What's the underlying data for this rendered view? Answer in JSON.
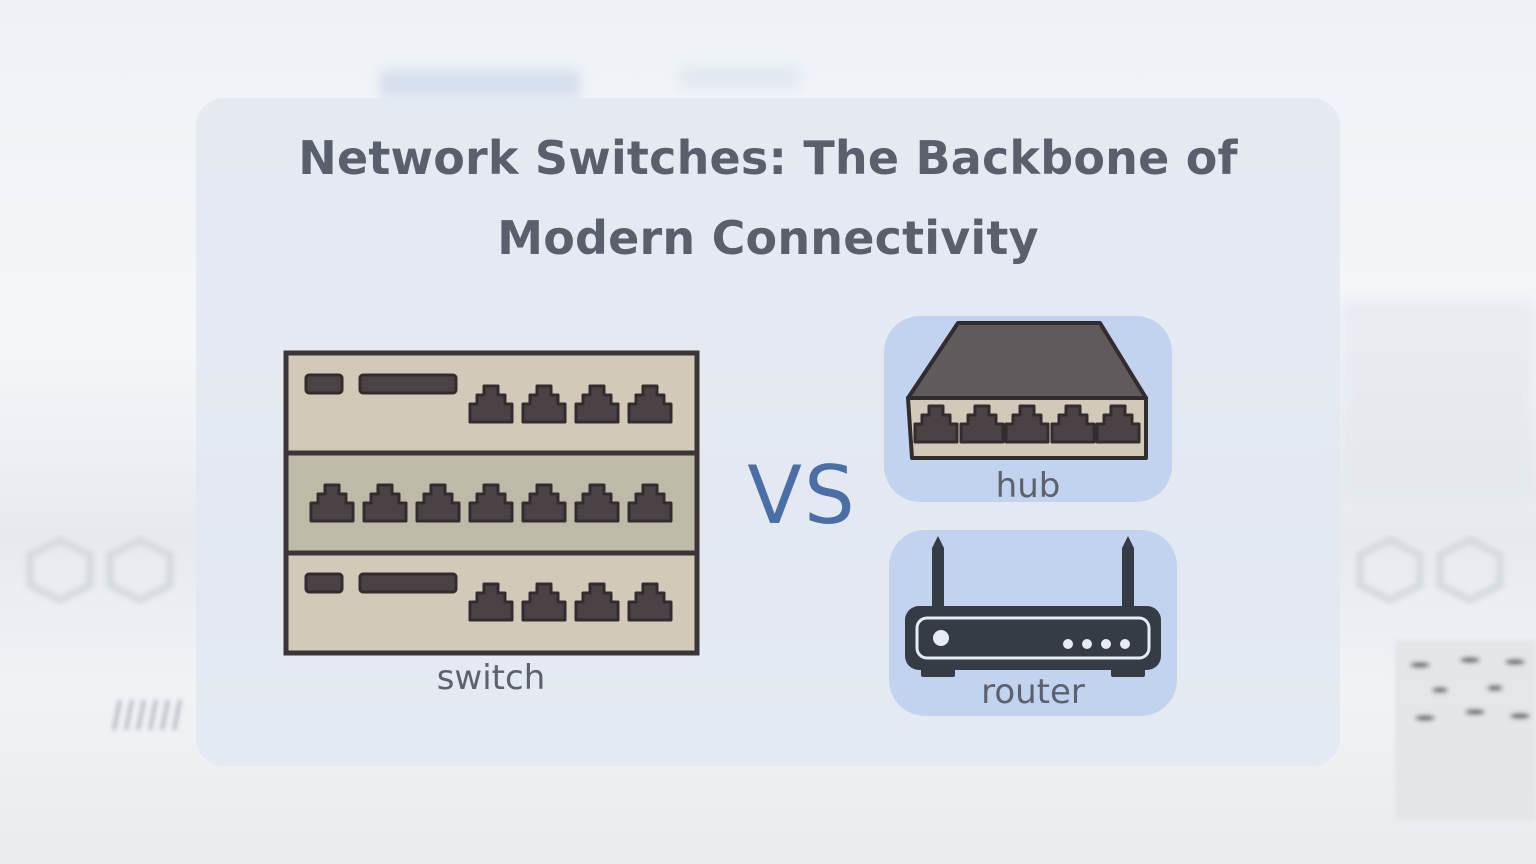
{
  "title": {
    "line1": "Network Switches: The Backbone of",
    "line2": "Modern Connectivity"
  },
  "comparison": {
    "vs_text": "VS",
    "switch_label": "switch",
    "hub_label": "hub",
    "router_label": "router"
  },
  "icons": {
    "switch": "network-switch-icon",
    "hub": "network-hub-icon",
    "router": "wifi-router-icon"
  },
  "colors": {
    "title": "#5a5f6c",
    "vs": "#4a6fa6",
    "panel": "#c1d3ee",
    "device_outline": "#3a3537",
    "switch_body": "#d3c9b8",
    "switch_middle": "#bdbaa8",
    "hub_top": "#615a5d",
    "router_body": "#363c46"
  }
}
